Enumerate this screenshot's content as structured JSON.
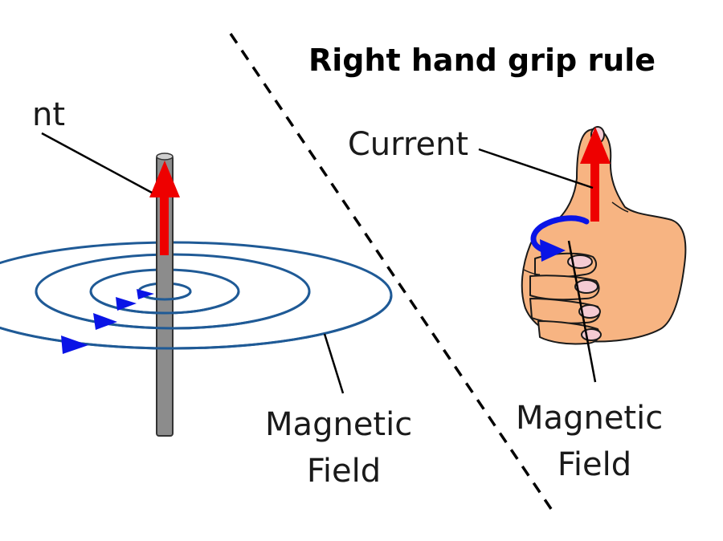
{
  "title": "Right hand grip rule",
  "left_panel": {
    "current_label": "nt",
    "field_label_line1": "Magnetic",
    "field_label_line2": "Field"
  },
  "right_panel": {
    "current_label": "Current",
    "field_label_line1": "Magnetic",
    "field_label_line2": "Field"
  },
  "colors": {
    "field_lines": "#1f5a96",
    "field_arrows": "#0a14e6",
    "current_arrow": "#ee0000",
    "wire": "#8c8c8c",
    "skin": "#f7b482",
    "nail": "#f4cbd3"
  }
}
